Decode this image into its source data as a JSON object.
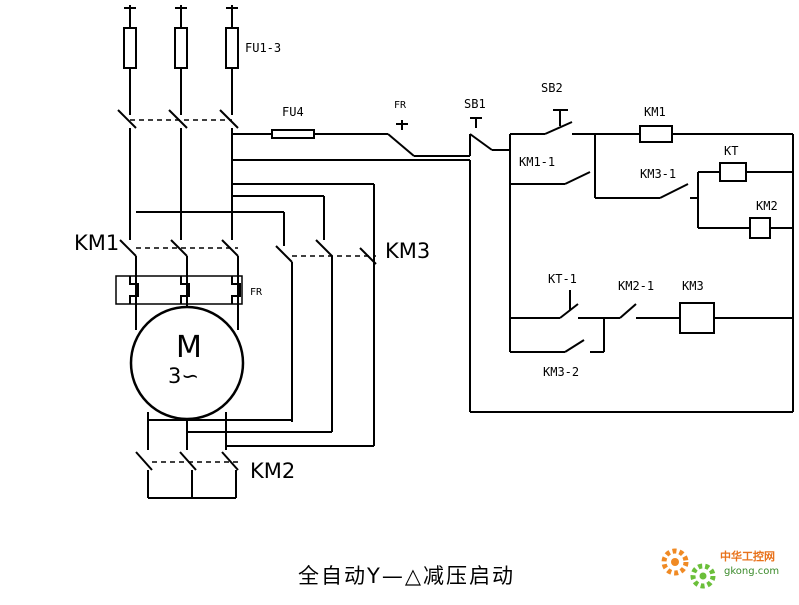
{
  "labels": {
    "fu13": "FU1-3",
    "fu4": "FU4",
    "fr_contact": "FR",
    "sb1": "SB1",
    "sb2": "SB2",
    "km1_left": "KM1",
    "km3_left": "KM3",
    "fr_relay": "FR",
    "motor_m": "M",
    "motor_phase": "3∽",
    "km2_left": "KM2",
    "km1_coil": "KM1",
    "km1_1": "KM1-1",
    "km3_1": "KM3-1",
    "kt_coil": "KT",
    "km2_coil": "KM2",
    "kt_1": "KT-1",
    "km2_1": "KM2-1",
    "km3_coil": "KM3",
    "km3_2": "KM3-2"
  },
  "title": "全自动Y—△减压启动",
  "watermark": {
    "site_cn": "中华工控网",
    "site_url": "gkong.com"
  },
  "colors": {
    "line": "#000000",
    "gear_orange": "#f08a24",
    "gear_green": "#6bbf3a"
  }
}
